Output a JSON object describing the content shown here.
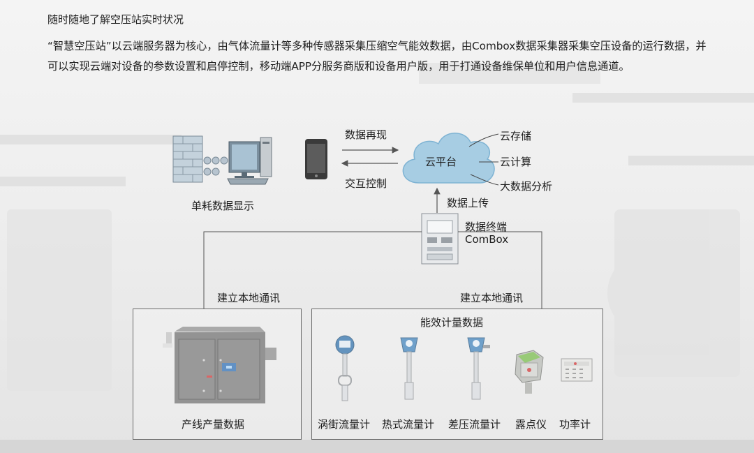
{
  "heading": "随时随地了解空压站实时状况",
  "paragraph": "“智慧空压站”以云端服务器为核心，由气体流量计等多种传感器采集压缩空气能效数据，由Combox数据采集器采集空压设备的运行数据，并可以实现云端对设备的参数设置和启停控制，移动端APP分服务商版和设备用户版，用于打通设备维保单位和用户信息通道。",
  "diagram": {
    "display_label": "单耗数据显示",
    "data_replay": "数据再现",
    "interactive_control": "交互控制",
    "cloud_label": "云平台",
    "cloud_storage": "云存储",
    "cloud_compute": "云计算",
    "big_data": "大数据分析",
    "data_upload": "数据上传",
    "terminal_line1": "数据终端",
    "terminal_line2": "ComBox",
    "local_comm_left": "建立本地通讯",
    "local_comm_right": "建立本地通讯",
    "production_data": "产线产量数据",
    "efficiency_data": "能效计量数据",
    "instruments": [
      "涡街流量计",
      "热式流量计",
      "差压流量计",
      "露点仪",
      "功率计"
    ]
  },
  "colors": {
    "cloud_fill": "#a7cde3",
    "cloud_stroke": "#7eb3d3",
    "cabinet": "#6f6f6f",
    "meter_blue": "#3f80b8"
  }
}
